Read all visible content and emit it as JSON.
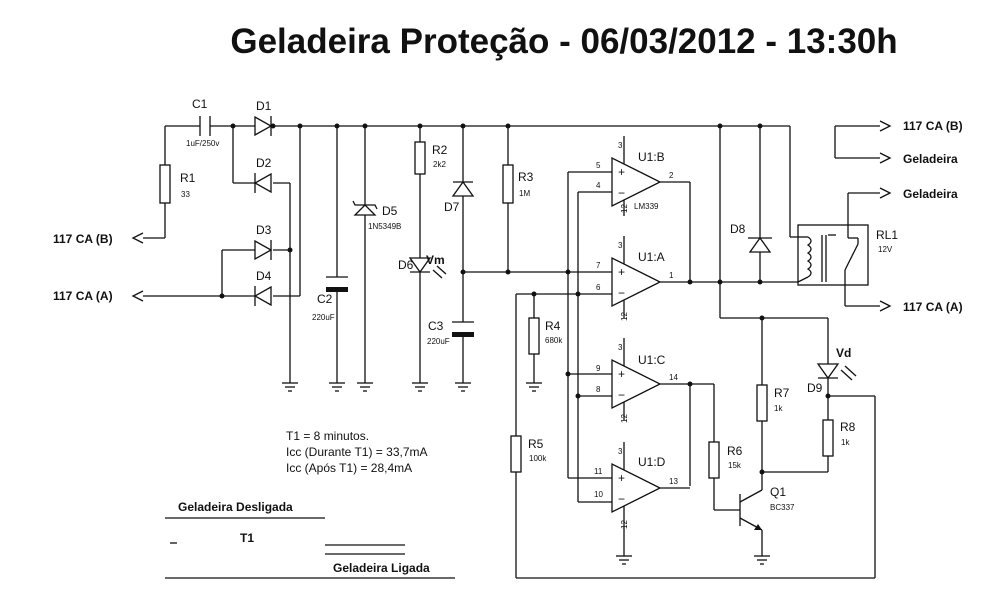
{
  "title": "Geladeira Proteção - 06/03/2012 - 13:30h",
  "components": {
    "C1": {
      "ref": "C1",
      "value": "1uF/250v"
    },
    "D1": {
      "ref": "D1"
    },
    "D2": {
      "ref": "D2"
    },
    "D3": {
      "ref": "D3"
    },
    "D4": {
      "ref": "D4"
    },
    "R1": {
      "ref": "R1",
      "value": "33"
    },
    "D5": {
      "ref": "D5",
      "value": "1N5349B"
    },
    "C2": {
      "ref": "C2",
      "value": "220uF"
    },
    "R2": {
      "ref": "R2",
      "value": "2k2"
    },
    "D6": {
      "ref": "D6",
      "extra": "Vm"
    },
    "D7": {
      "ref": "D7"
    },
    "C3": {
      "ref": "C3",
      "value": "220uF"
    },
    "R3": {
      "ref": "R3",
      "value": "1M"
    },
    "R4": {
      "ref": "R4",
      "value": "680k"
    },
    "R5": {
      "ref": "R5",
      "value": "100k"
    },
    "U1B": {
      "ref": "U1:B",
      "value": "LM339"
    },
    "U1A": {
      "ref": "U1:A"
    },
    "U1C": {
      "ref": "U1:C"
    },
    "U1D": {
      "ref": "U1:D"
    },
    "D8": {
      "ref": "D8"
    },
    "RL1": {
      "ref": "RL1",
      "value": "12V"
    },
    "R6": {
      "ref": "R6",
      "value": "15k"
    },
    "R7": {
      "ref": "R7",
      "value": "1k"
    },
    "R8": {
      "ref": "R8",
      "value": "1k"
    },
    "Q1": {
      "ref": "Q1",
      "value": "BC337"
    },
    "D9": {
      "ref": "D9",
      "extra": "Vd"
    }
  },
  "pins": {
    "b3": "3",
    "b5": "5",
    "b4": "4",
    "b2": "2",
    "b12": "12",
    "a3": "3",
    "a7": "7",
    "a6": "6",
    "a1": "1",
    "a12": "12",
    "c3": "3",
    "c9": "9",
    "c8": "8",
    "c14": "14",
    "c12": "12",
    "d3": "3",
    "d11": "11",
    "d10": "10",
    "d13": "13",
    "d12": "12"
  },
  "ports": {
    "left_b": "117 CA (B)",
    "left_a": "117 CA (A)",
    "right_b": "117 CA (B)",
    "right_gel1": "Geladeira",
    "right_gel2": "Geladeira",
    "right_a": "117 CA (A)"
  },
  "notes": {
    "line1": "T1 = 8 minutos.",
    "line2": "Icc (Durante T1) = 33,7mA",
    "line3": "Icc (Após T1) = 28,4mA"
  },
  "timing": {
    "off": "Geladeira Desligada",
    "t1": "T1",
    "on": "Geladeira Ligada"
  }
}
